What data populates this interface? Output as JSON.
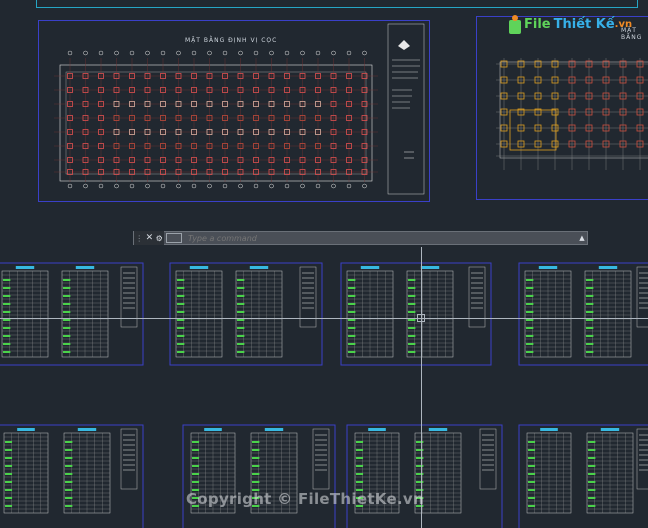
{
  "command_line": {
    "placeholder": "Type a command",
    "close_label": "✕",
    "customize_label": "⚙"
  },
  "drawings": {
    "plan_left_title": "MẶT BẰNG ĐỊNH VỊ CỌC",
    "plan_right_title": "MẶT BẰNG"
  },
  "brand": {
    "logo_text_a": "File",
    "logo_text_b": "Thiết Kế",
    "logo_text_c": ".vn",
    "watermark": "Copyright © FileThietKe.vn",
    "colors": {
      "green": "#5fd35a",
      "orange": "#f08a24",
      "blue": "#37b0e8"
    }
  }
}
